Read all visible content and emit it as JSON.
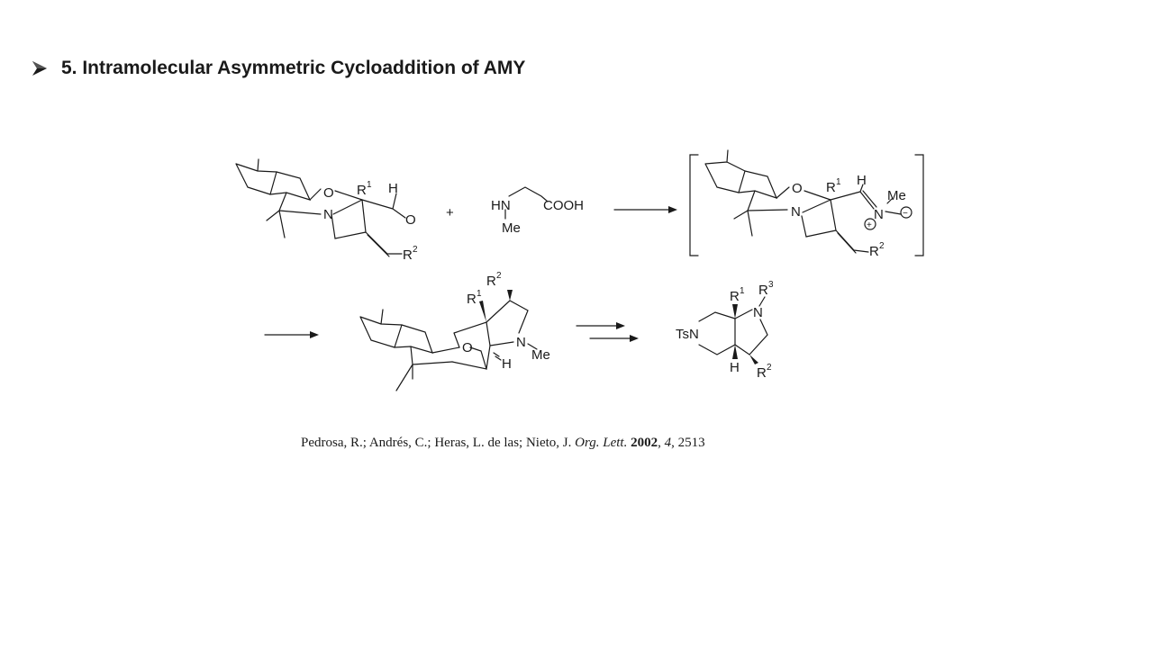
{
  "slide": {
    "title": "5. Intramolecular Asymmetric Cycloaddition of AMY",
    "bullet_icon": "arrow-bullet-icon",
    "accent_color": "#1a1a1a"
  },
  "scheme": {
    "reactant_labels": {
      "O": "O",
      "N": "N",
      "R": "R",
      "R_sup1": "1",
      "H": "H",
      "CO": "O",
      "R2": "R",
      "R2_sup": "2"
    },
    "plus": "+",
    "reagent_labels": {
      "HN": "HN",
      "COOH": "COOH",
      "Me": "Me"
    },
    "ylide_labels": {
      "O": "O",
      "N": "N",
      "R": "R",
      "R_sup1": "1",
      "H": "H",
      "N2": "N",
      "Me": "Me",
      "plus_charge": "+",
      "minus_charge": "−",
      "R2": "R",
      "R2_sup": "2"
    },
    "adduct_labels": {
      "R2": "R",
      "R2_sup": "2",
      "R1": "R",
      "R1_sup": "1",
      "O": "O",
      "N": "N",
      "Me": "Me",
      "H": "H"
    },
    "product_labels": {
      "R1": "R",
      "R1_sup": "1",
      "R3": "R",
      "R3_sup": "3",
      "N": "N",
      "TsN": "TsN",
      "H": "H",
      "R2": "R",
      "R2_sup": "2"
    }
  },
  "citation": {
    "authors": "Pedrosa, R.; Andrés, C.; Heras, L. de las; Nieto, J. ",
    "journal": "Org. Lett.",
    "year": "2002",
    "sep1": ", ",
    "volume": "4",
    "sep2": ", ",
    "page": "2513"
  }
}
